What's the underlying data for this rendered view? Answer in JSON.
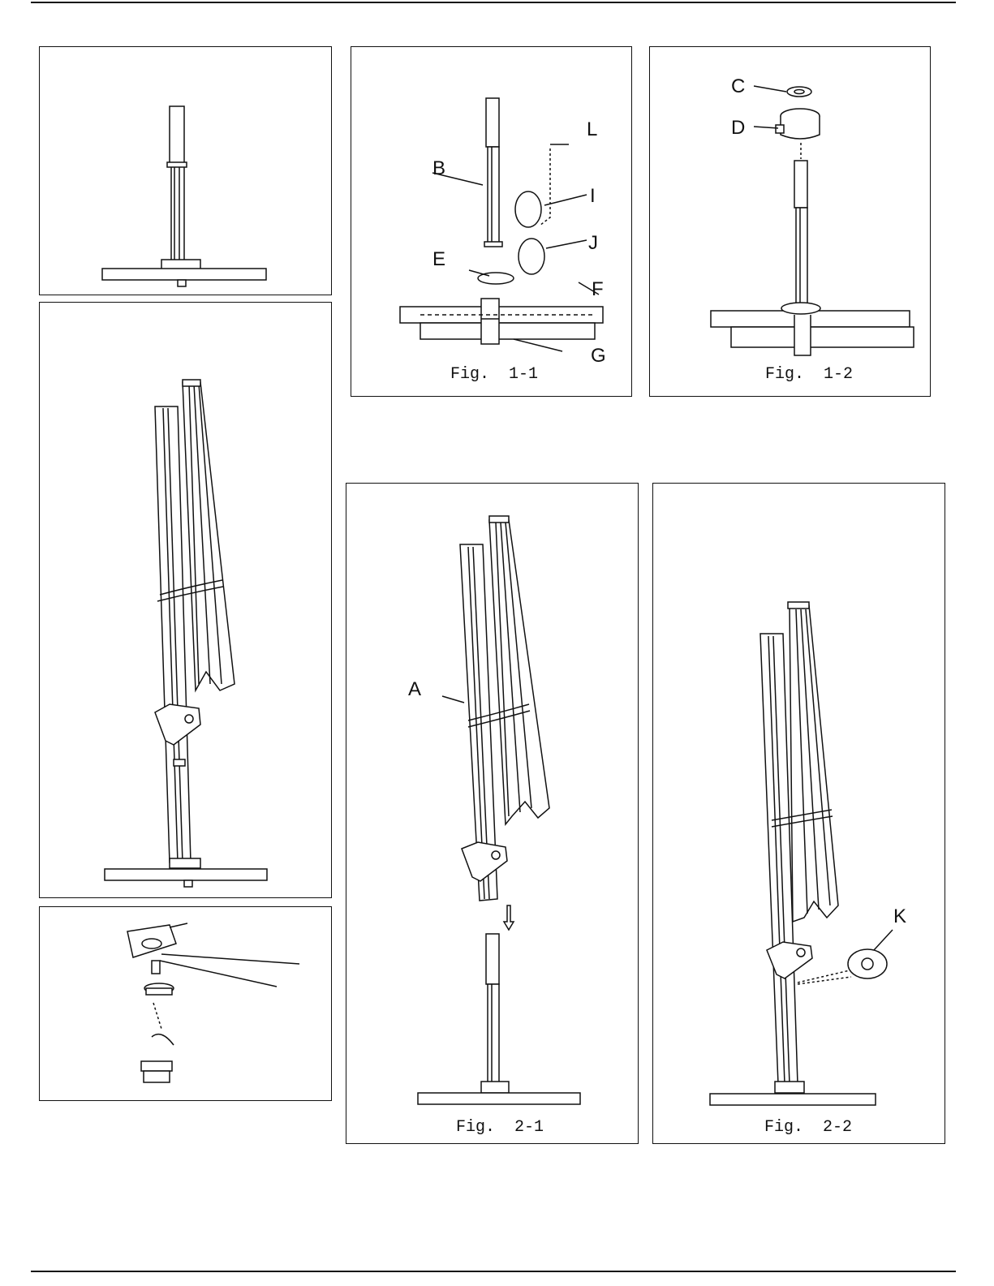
{
  "figures": {
    "fig_1_1": {
      "caption": "Fig.  1-1",
      "labels": {
        "B": "B",
        "E": "E",
        "L": "L",
        "I": "I",
        "J": "J",
        "F": "F",
        "G": "G"
      }
    },
    "fig_1_2": {
      "caption": "Fig.  1-2",
      "labels": {
        "C": "C",
        "D": "D"
      }
    },
    "fig_2_1": {
      "caption": "Fig.  2-1",
      "labels": {
        "A": "A"
      }
    },
    "fig_2_2": {
      "caption": "Fig.  2-2",
      "labels": {
        "K": "K"
      }
    }
  }
}
